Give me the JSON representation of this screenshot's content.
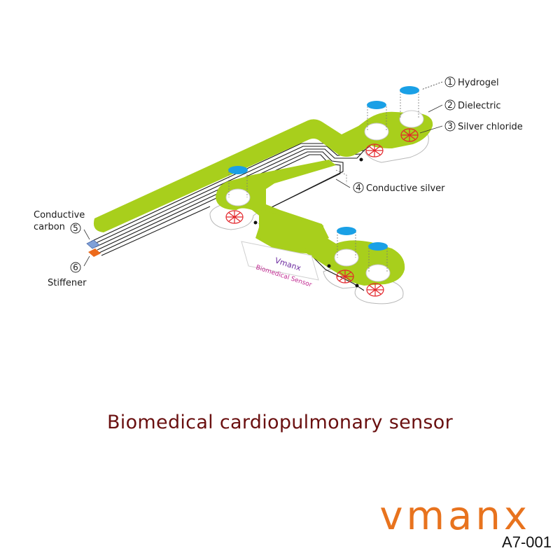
{
  "diagram": {
    "layers": [
      {
        "number": "1",
        "name": "Hydrogel"
      },
      {
        "number": "2",
        "name": "Dielectric"
      },
      {
        "number": "3",
        "name": "Silver chloride"
      },
      {
        "number": "4",
        "name": "Conductive silver"
      },
      {
        "number": "5",
        "name_line1": "Conductive",
        "name_line2": "carbon"
      },
      {
        "number": "6",
        "name": "Stiffener"
      }
    ],
    "label_brand": "Vmanx",
    "label_text": "Biomedical Sensor"
  },
  "title": "Biomedical cardiopulmonary sensor",
  "brand": "vmanx",
  "model": "A7-001",
  "colors": {
    "dielectric": "#a8cf1c",
    "hydrogel": "#1aa0e6",
    "silver_chloride": "#e3262b",
    "conductive_carbon": "#7fa0d8",
    "stiffener": "#ec6a1c",
    "title": "#6a1010",
    "brand": "#e8731e"
  }
}
